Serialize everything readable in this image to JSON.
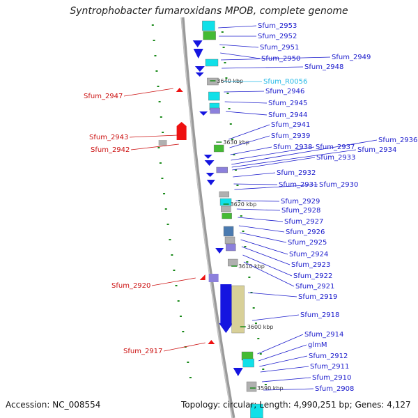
{
  "title": "Syntrophobacter fumaroxidans MPOB, complete genome",
  "accession_label": "Accession: NC_008554",
  "summary": "Topology: circular; Length: 4,990,251 bp; Genes: 4,127",
  "colors": {
    "forward_strand_label": "#1a1acc",
    "reverse_strand_label": "#cc1111",
    "rna_label": "#22b8e6",
    "backbone": "#9a9a9a",
    "gene_blue": "#1515e0",
    "gene_red": "#ee1111",
    "gene_cyan": "#11e0e8",
    "gene_olive": "#d8d098",
    "gene_purple": "#8c80dc",
    "tick": "#1a8a1a"
  },
  "kbp_ticks": [
    {
      "label": "3640 kbp"
    },
    {
      "label": "3630 kbp"
    },
    {
      "label": "3620 kbp"
    },
    {
      "label": "3610 kbp"
    },
    {
      "label": "3600 kbp"
    },
    {
      "label": "3590 kbp"
    }
  ],
  "genes_blue": [
    "Sfum_2953",
    "Sfum_2952",
    "Sfum_2951",
    "Sfum_2950",
    "Sfum_2949",
    "Sfum_2948",
    "Sfum_2946",
    "Sfum_2945",
    "Sfum_2944",
    "Sfum_2941",
    "Sfum_2939",
    "Sfum_2938",
    "Sfum_2937",
    "Sfum_2936",
    "Sfum_2934",
    "Sfum_2933",
    "Sfum_2932",
    "Sfum_2931",
    "Sfum_2930",
    "Sfum_2929",
    "Sfum_2928",
    "Sfum_2927",
    "Sfum_2926",
    "Sfum_2925",
    "Sfum_2924",
    "Sfum_2923",
    "Sfum_2922",
    "Sfum_2921",
    "Sfum_2919",
    "Sfum_2918",
    "Sfum_2914",
    "glmM",
    "Sfum_2912",
    "Sfum_2911",
    "Sfum_2910",
    "Sfum_2908"
  ],
  "genes_red": [
    "Sfum_2947",
    "Sfum_2943",
    "Sfum_2942",
    "Sfum_2920",
    "Sfum_2917"
  ],
  "genes_rna": [
    "Sfum_R0056"
  ]
}
